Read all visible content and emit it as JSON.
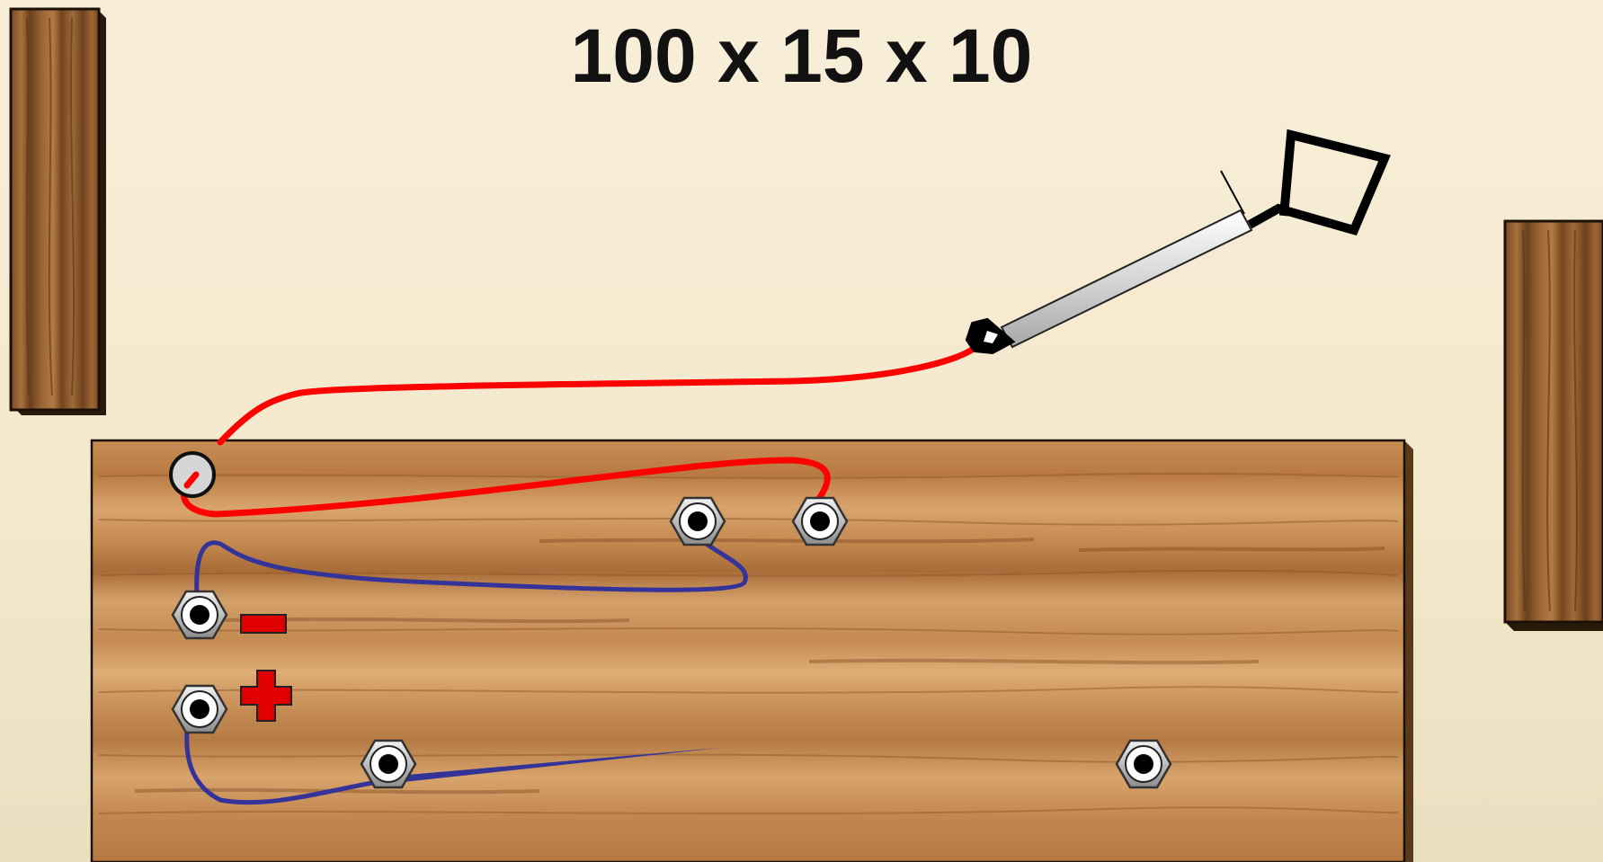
{
  "title": "100 x 15 x 10",
  "terminal_labels": {
    "minus": "−",
    "plus": "+"
  },
  "colors": {
    "background": "#f6ecd2",
    "wood": "#c8955a",
    "red_wire": "#ff0000",
    "blue_wire": "#333399",
    "label_red": "#e00000"
  },
  "icons": [
    "wooden-board",
    "wood-post",
    "terminal-nut",
    "red-wire",
    "blue-wire",
    "probe-tool",
    "minus-sign",
    "plus-sign",
    "eyelet"
  ]
}
